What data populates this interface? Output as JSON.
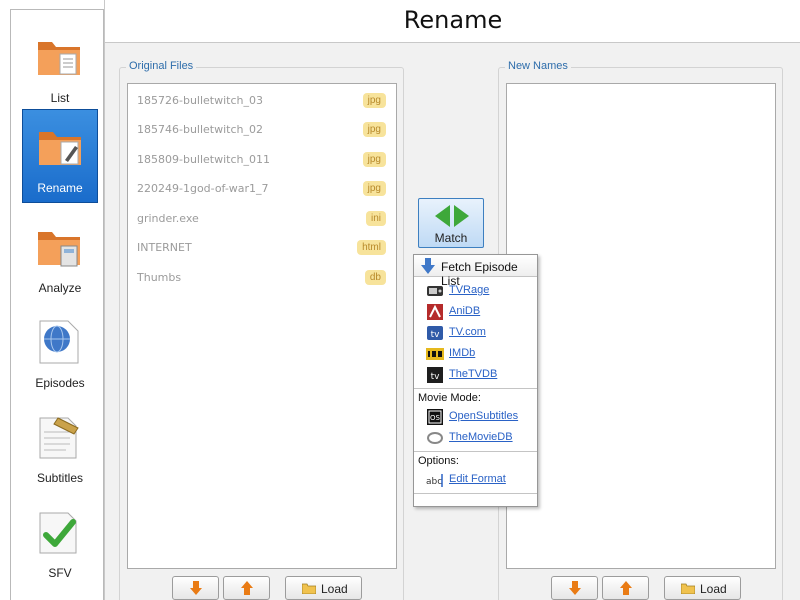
{
  "sidebar": {
    "items": [
      {
        "label": "List",
        "icon": "list-folder-icon"
      },
      {
        "label": "Rename",
        "icon": "rename-folder-icon",
        "selected": true
      },
      {
        "label": "Analyze",
        "icon": "analyze-folder-icon"
      },
      {
        "label": "Episodes",
        "icon": "episodes-globe-icon"
      },
      {
        "label": "Subtitles",
        "icon": "subtitles-document-icon"
      },
      {
        "label": "SFV",
        "icon": "sfv-checkmark-icon"
      }
    ]
  },
  "header": {
    "title": "Rename"
  },
  "original_files": {
    "title": "Original Files",
    "files": [
      {
        "name": "185726-bulletwitch_03",
        "ext": "jpg"
      },
      {
        "name": "185746-bulletwitch_02",
        "ext": "jpg"
      },
      {
        "name": "185809-bulletwitch_011",
        "ext": "jpg"
      },
      {
        "name": "220249-1god-of-war1_7",
        "ext": "jpg"
      },
      {
        "name": "grinder.exe",
        "ext": "ini"
      },
      {
        "name": "INTERNET",
        "ext": "html"
      },
      {
        "name": "Thumbs",
        "ext": "db"
      }
    ],
    "load_label": "Load"
  },
  "new_names": {
    "title": "New Names",
    "load_label": "Load"
  },
  "match": {
    "label": "Match"
  },
  "popup": {
    "header": "Fetch Episode List",
    "sources": [
      {
        "label": "TVRage",
        "icon": "tvrage-icon"
      },
      {
        "label": "AniDB",
        "icon": "anidb-icon"
      },
      {
        "label": "TV.com",
        "icon": "tvcom-icon"
      },
      {
        "label": "IMDb",
        "icon": "imdb-icon"
      },
      {
        "label": "TheTVDB",
        "icon": "thetvdb-icon"
      }
    ],
    "movie_mode_label": "Movie Mode:",
    "movie_sources": [
      {
        "label": "OpenSubtitles",
        "icon": "opensubtitles-icon"
      },
      {
        "label": "TheMovieDB",
        "icon": "themoviedb-icon"
      }
    ],
    "options_label": "Options:",
    "options": [
      {
        "label": "Edit Format",
        "icon": "edit-format-icon"
      }
    ]
  },
  "colors": {
    "selected_bg": "#1a6ccb",
    "group_title": "#2e6dab",
    "link": "#2a62c6",
    "ext_badge": "#f7e39b",
    "arrow_orange": "#e97b14",
    "match_green": "#3ea83a"
  }
}
